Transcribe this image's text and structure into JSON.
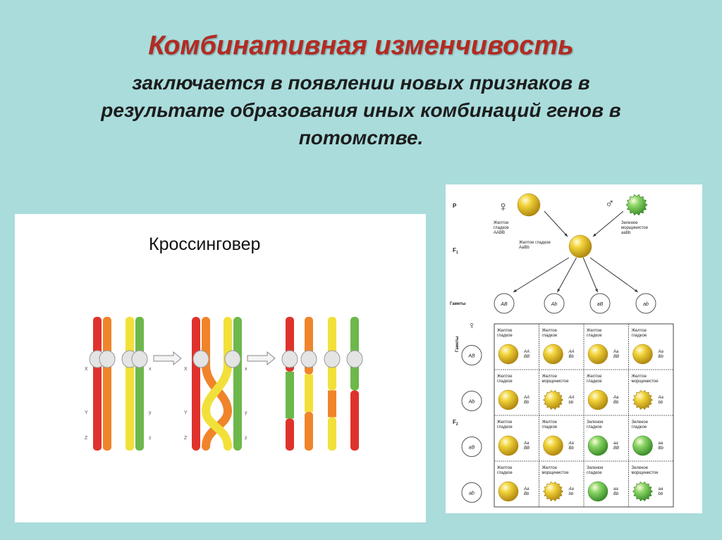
{
  "heading": {
    "title": "Комбинативная  изменчивость",
    "subtitle_line1": "заключается в появлении новых признаков в",
    "subtitle_line2": "результате образования иных комбинаций генов в",
    "subtitle_line3": "потомстве."
  },
  "crossover": {
    "title": "Кроссинговер",
    "locus_labels": [
      "X",
      "Y",
      "Z"
    ],
    "locus_labels_lower": [
      "x",
      "y",
      "z"
    ],
    "colors": {
      "red": "#e0322c",
      "orange": "#f0842a",
      "yellow": "#f2e03a",
      "green": "#6cb84a",
      "centromere": "#e4e4e4"
    }
  },
  "cross": {
    "p_label": "P",
    "f1_label": "F",
    "f1_sub": "1",
    "gametes_label": "Гаметы",
    "f2_label": "F",
    "f2_sub": "2",
    "female_symbol": "♀",
    "male_symbol": "♂",
    "female_parent": {
      "line1": "Желтое",
      "line2": "гладкое",
      "genotype": "AABB"
    },
    "male_parent": {
      "line1": "Зеленое",
      "line2": "морщинистое",
      "genotype": "aabb"
    },
    "f1": {
      "line1": "Желтое гладкое",
      "genotype": "AaBb"
    },
    "gametes": [
      "AB",
      "Ab",
      "aB",
      "ab"
    ],
    "grid": [
      [
        {
          "l1": "Желтое",
          "l2": "гладкое",
          "g1": "AA",
          "g2": "BB",
          "color": "yellow",
          "wrinkled": false
        },
        {
          "l1": "Желтое",
          "l2": "гладкое",
          "g1": "AA",
          "g2": "Bb",
          "color": "yellow",
          "wrinkled": false
        },
        {
          "l1": "Желтое",
          "l2": "гладкое",
          "g1": "Aa",
          "g2": "BB",
          "color": "yellow",
          "wrinkled": false
        },
        {
          "l1": "Желтое",
          "l2": "гладкое",
          "g1": "Aa",
          "g2": "Bb",
          "color": "yellow",
          "wrinkled": false
        }
      ],
      [
        {
          "l1": "Желтое",
          "l2": "гладкое",
          "g1": "AA",
          "g2": "Bb",
          "color": "yellow",
          "wrinkled": false
        },
        {
          "l1": "Желтое",
          "l2": "морщинистое",
          "g1": "AA",
          "g2": "bb",
          "color": "yellow",
          "wrinkled": true
        },
        {
          "l1": "Желтое",
          "l2": "гладкое",
          "g1": "Aa",
          "g2": "Bb",
          "color": "yellow",
          "wrinkled": false
        },
        {
          "l1": "Желтое",
          "l2": "морщинистое",
          "g1": "Aa",
          "g2": "bb",
          "color": "yellow",
          "wrinkled": true
        }
      ],
      [
        {
          "l1": "Желтое",
          "l2": "гладкое",
          "g1": "Aa",
          "g2": "BB",
          "color": "yellow",
          "wrinkled": false
        },
        {
          "l1": "Желтое",
          "l2": "гладкое",
          "g1": "Aa",
          "g2": "Bb",
          "color": "yellow",
          "wrinkled": false
        },
        {
          "l1": "Зеленое",
          "l2": "гладкое",
          "g1": "aa",
          "g2": "BB",
          "color": "green",
          "wrinkled": false
        },
        {
          "l1": "Зеленое",
          "l2": "гладкое",
          "g1": "aa",
          "g2": "Bb",
          "color": "green",
          "wrinkled": false
        }
      ],
      [
        {
          "l1": "Желтое",
          "l2": "гладкое",
          "g1": "Aa",
          "g2": "Bb",
          "color": "yellow",
          "wrinkled": false
        },
        {
          "l1": "Желтое",
          "l2": "морщинистое",
          "g1": "Aa",
          "g2": "bb",
          "color": "yellow",
          "wrinkled": true
        },
        {
          "l1": "Зеленое",
          "l2": "гладкое",
          "g1": "aa",
          "g2": "Bb",
          "color": "green",
          "wrinkled": false
        },
        {
          "l1": "Зеленое",
          "l2": "морщинистое",
          "g1": "aa",
          "g2": "bb",
          "color": "green",
          "wrinkled": true
        }
      ]
    ]
  }
}
